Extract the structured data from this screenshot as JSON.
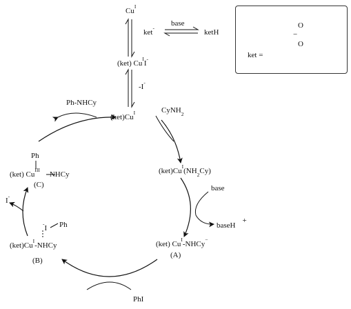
{
  "top": {
    "cu": "Cu",
    "cu_ox": "I",
    "base": "base",
    "ket_anion": "ket",
    "ket_anion_charge": "-",
    "keth": "ketH",
    "ketcui": "(ket) Cu",
    "ketcui_ox": "I",
    "ketcui_iodide": "I",
    "ketcui_iodide_charge": "-",
    "minus_i": "-I",
    "minus_i_charge": "-"
  },
  "legend": {
    "ket_eq": "ket =",
    "minus": "−"
  },
  "cycle": {
    "ketcu_center": "(ket)Cu",
    "ketcu_center_ox": "I",
    "cynh2_a": "CyNH",
    "cynh2_sub": "2",
    "phnhcy": "Ph-NHCy",
    "amine_complex_a": "(ket)Cu",
    "amine_complex_ox": "I",
    "amine_complex_b": "(NH",
    "amine_complex_sub": "2",
    "amine_complex_c": "Cy)",
    "base": "base",
    "baseh": "baseH",
    "baseh_charge": "+",
    "amido_a": "(ket) Cu",
    "amido_ox": "I",
    "amido_b": "-NHCy",
    "amido_charge": "−",
    "tag_a": "(A)",
    "phi": "PhI",
    "arcomplex_a": "(ket)Cu",
    "arcomplex_ox": "I",
    "arcomplex_b": "-NHCy",
    "tag_b": "(B)",
    "arcomplex_i": "I",
    "arcomplex_i_charge": "-",
    "arcomplex_ph": "Ph",
    "iodide": "I",
    "iodide_charge": "-",
    "cu3_ph": "Ph",
    "cu3_a": "(ket) Cu",
    "cu3_ox": "III",
    "cu3_b": "NHCy",
    "tag_c": "(C)"
  }
}
